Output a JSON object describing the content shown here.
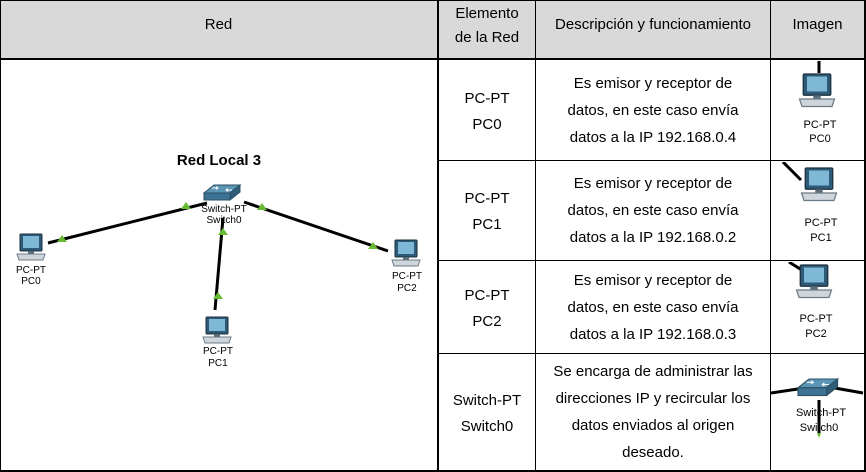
{
  "headers": {
    "network": "Red",
    "element": "Elemento de la Red",
    "description": "Descripción y funcionamiento",
    "image": "Imagen"
  },
  "diagram": {
    "title": "Red Local 3",
    "nodes": [
      {
        "id": "pc0",
        "type": "PC-PT",
        "name": "PC0",
        "icon": "pc-icon"
      },
      {
        "id": "switch0",
        "type": "Switch-PT",
        "name": "Switch0",
        "icon": "switch-icon"
      },
      {
        "id": "pc1",
        "type": "PC-PT",
        "name": "PC1",
        "icon": "pc-icon"
      },
      {
        "id": "pc2",
        "type": "PC-PT",
        "name": "PC2",
        "icon": "pc-icon"
      }
    ],
    "link_status_color": "#66bb33"
  },
  "rows": [
    {
      "type": "PC-PT",
      "name": "PC0",
      "description": "Es emisor y receptor de datos, en este caso envía datos a la IP 192.168.0.4",
      "image_type": "PC-PT",
      "image_name": "PC0"
    },
    {
      "type": "PC-PT",
      "name": "PC1",
      "description": "Es emisor y receptor de datos, en este caso envía datos a la IP 192.168.0.2",
      "image_type": "PC-PT",
      "image_name": "PC1"
    },
    {
      "type": "PC-PT",
      "name": "PC2",
      "description": "Es emisor y receptor de datos, en este caso envía datos a la IP 192.168.0.3",
      "image_type": "PC-PT",
      "image_name": "PC2"
    },
    {
      "type": "Switch-PT",
      "name": "Switch0",
      "description": "Se encarga de administrar las direcciones IP y recircular los datos enviados al origen deseado.",
      "image_type": "Switch-PT",
      "image_name": "Switch0"
    }
  ]
}
